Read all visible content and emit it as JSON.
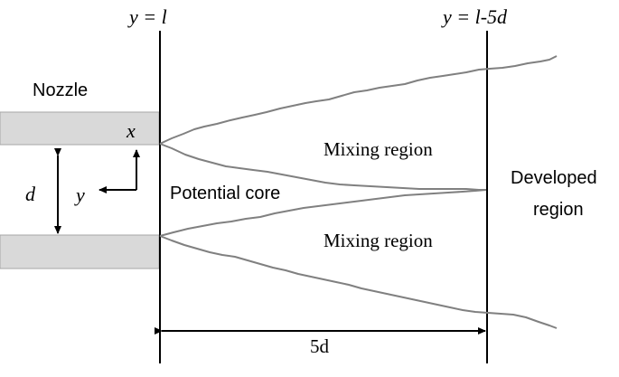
{
  "labels": {
    "plane_left": "y = l",
    "plane_right": "y = l-5d",
    "nozzle": "Nozzle",
    "axis_x": "x",
    "axis_y": "y",
    "diameter": "d",
    "potential_core": "Potential core",
    "mixing_upper": "Mixing region",
    "mixing_lower": "Mixing region",
    "developed_line1": "Developed",
    "developed_line2": "region",
    "length": "5d"
  },
  "colors": {
    "nozzle_fill": "#d9d9d9",
    "nozzle_stroke": "#a6a6a6",
    "boundary_curve": "#808080",
    "lines": "#000000"
  }
}
